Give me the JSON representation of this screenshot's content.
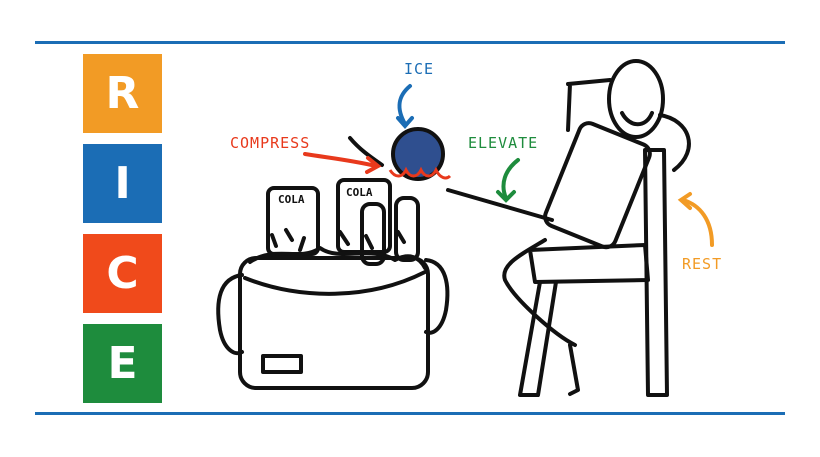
{
  "letters": [
    {
      "text": "R",
      "color": "#f29b25"
    },
    {
      "text": "I",
      "color": "#1b6db5"
    },
    {
      "text": "C",
      "color": "#f04a1b"
    },
    {
      "text": "E",
      "color": "#1e8c3d"
    }
  ],
  "labels": {
    "ice": {
      "text": "ICE",
      "color": "#1b6db5"
    },
    "compress": {
      "text": "COMPRESS",
      "color": "#e8391c"
    },
    "elevate": {
      "text": "ELEVATE",
      "color": "#1e8c3d"
    },
    "rest": {
      "text": "REST",
      "color": "#f29b25"
    }
  },
  "cooler_labels": [
    "COLA",
    "COLA"
  ],
  "rule_color": "#1b6db5"
}
